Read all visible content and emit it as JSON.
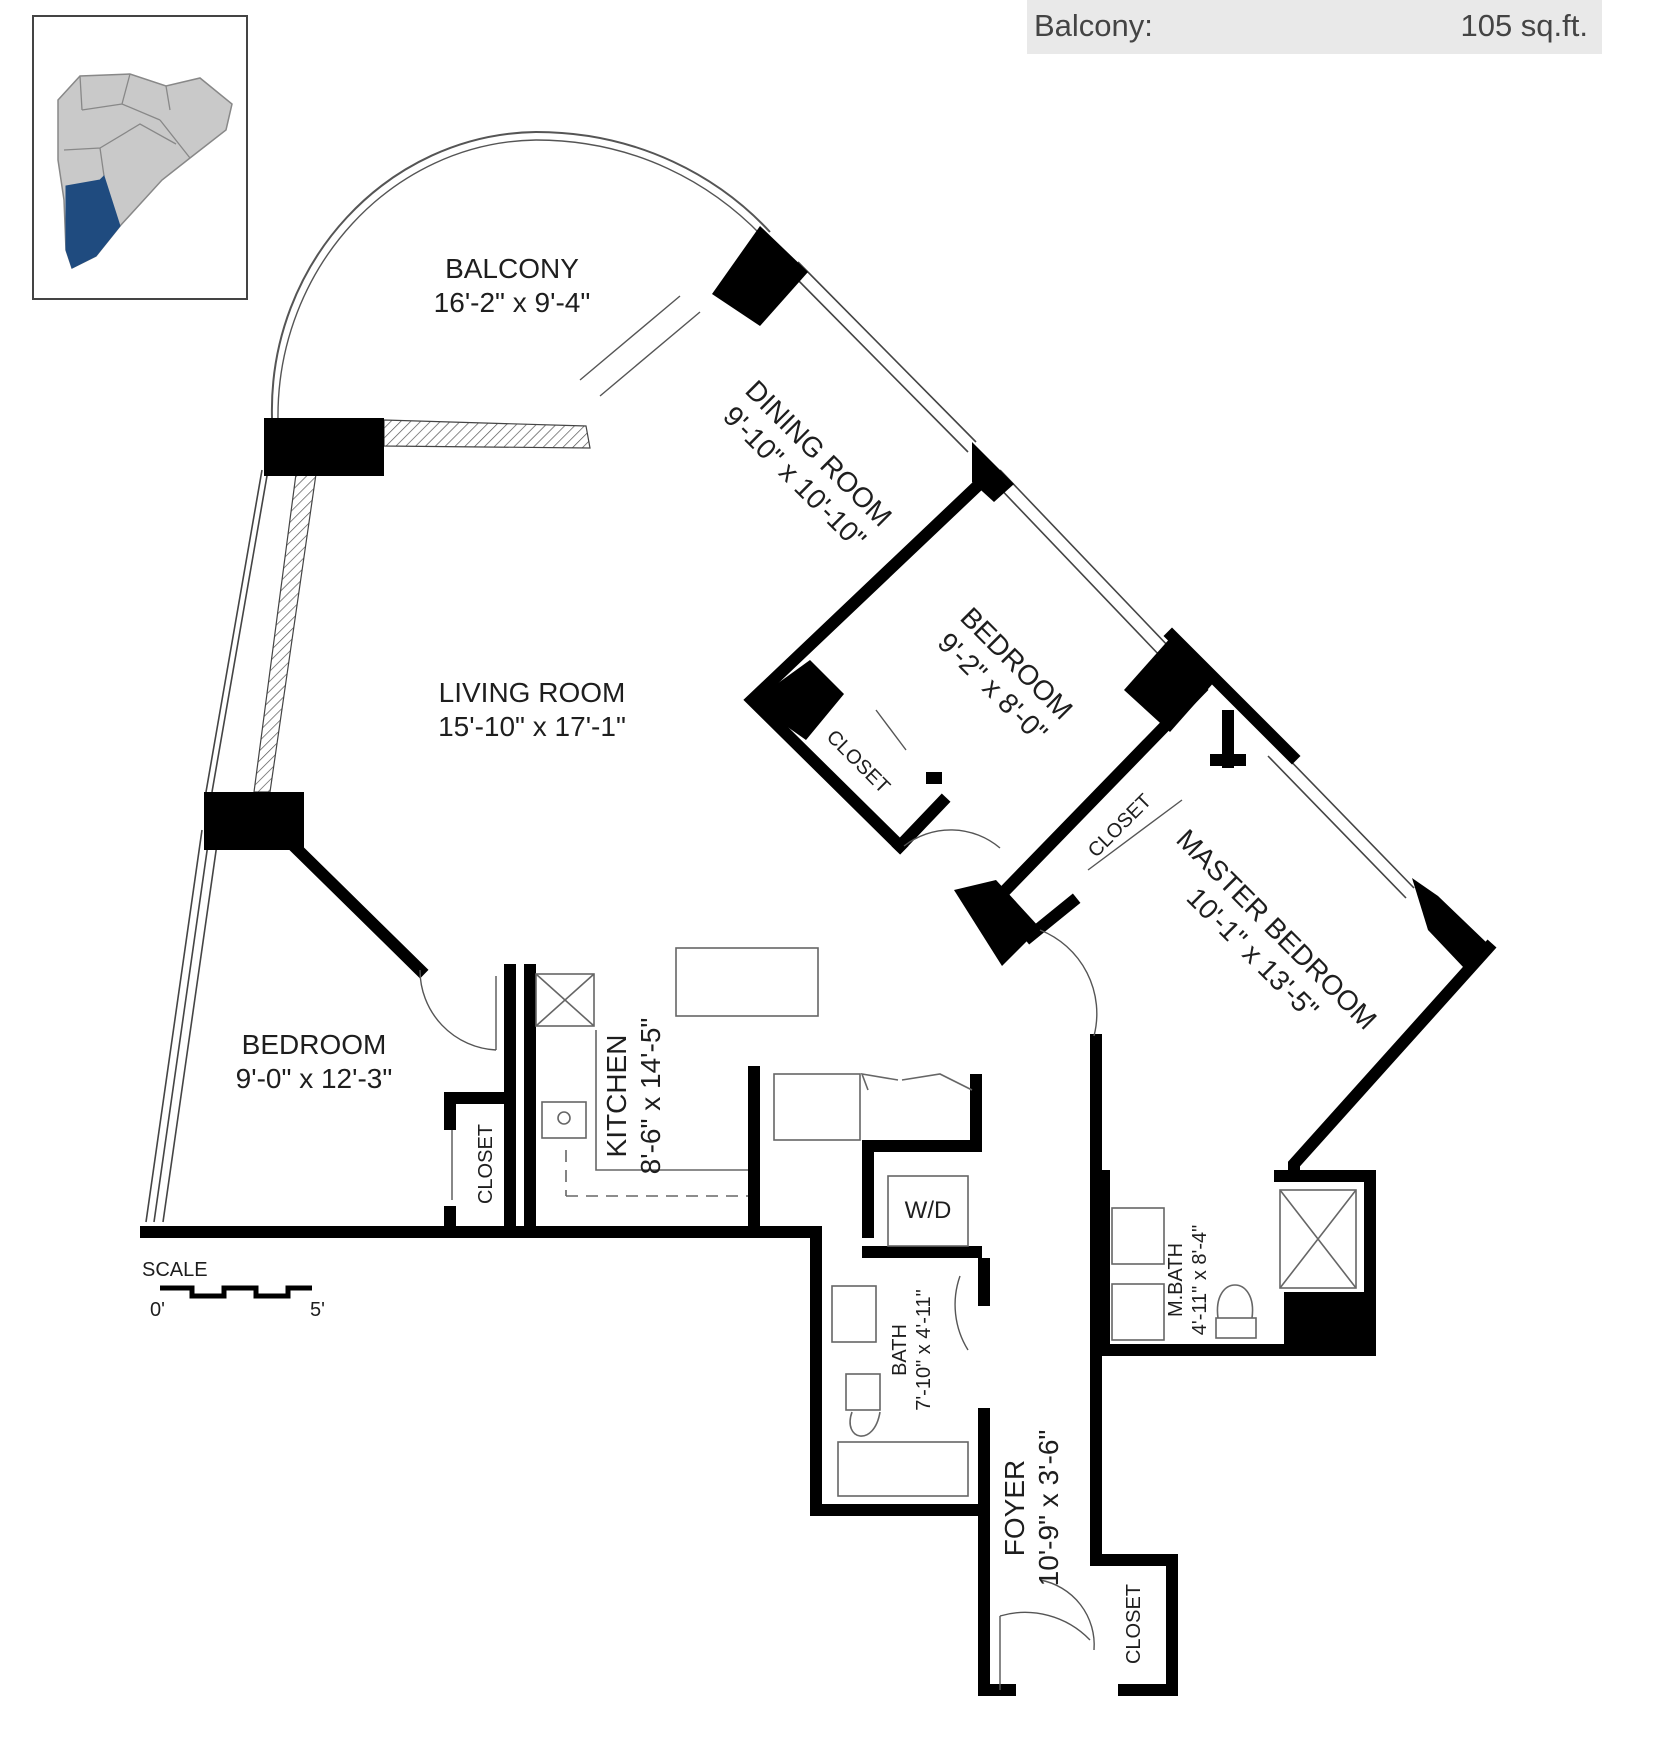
{
  "area": {
    "label": "Balcony:",
    "value": "105 sq.ft."
  },
  "rooms": {
    "balcony": {
      "name": "BALCONY",
      "dims": "16'-2\" x  9'-4\""
    },
    "dining": {
      "name": "DINING ROOM",
      "dims": "9'-10\" x 10'-10\""
    },
    "bedroom2": {
      "name": "BEDROOM",
      "dims": "9'-2\"  x  8'-0\""
    },
    "living": {
      "name": "LIVING ROOM",
      "dims": "15'-10\" x  17'-1\""
    },
    "bedroom1": {
      "name": "BEDROOM",
      "dims": "9'-0\"  x  12'-3\""
    },
    "kitchen": {
      "name": "KITCHEN",
      "dims": "8'-6\"  x  14'-5\""
    },
    "master": {
      "name": "MASTER BEDROOM",
      "dims": "10'-1\" x 13'-5\""
    },
    "mbath": {
      "name": "M.BATH",
      "dims": "4'-11\" x 8'-4\""
    },
    "bath": {
      "name": "BATH",
      "dims": "7'-10\" x  4'-11\""
    },
    "foyer": {
      "name": "FOYER",
      "dims": "10'-9\" x  3'-6\""
    },
    "wd": {
      "name": "W/D"
    },
    "closet": "CLOSET"
  },
  "scale": {
    "title": "SCALE",
    "start": "0'",
    "end": "5'"
  },
  "keyplan": {
    "highlight_color": "#1f4b7f",
    "building_color": "#c9c9c9"
  }
}
